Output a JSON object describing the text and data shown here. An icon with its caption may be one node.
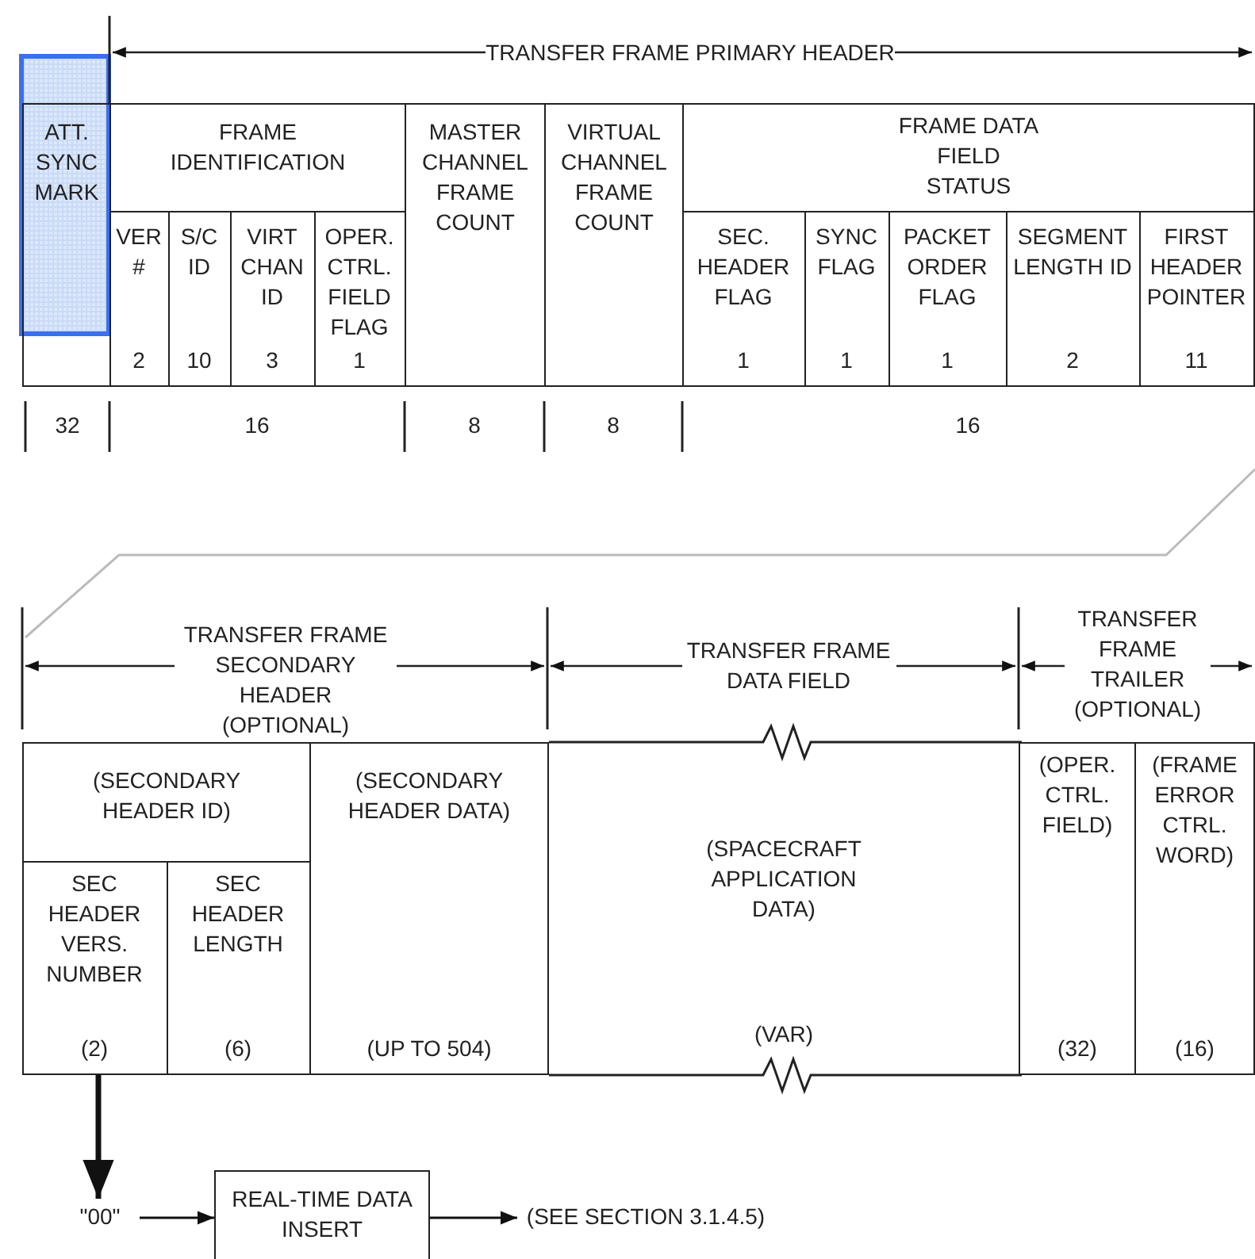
{
  "diagram": {
    "nodes": [
      {
        "text": [
          "ATT. SYNC MARK"
        ]
      },
      {
        "text": [
          "FRAME IDENTIFICATION"
        ]
      },
      {
        "text": [
          "VER #",
          "2"
        ],
        "in": 1
      },
      {
        "text": [
          "S/C ID",
          "10"
        ],
        "in": 1
      },
      {
        "text": [
          "VIRT CHAN ID",
          "3"
        ],
        "in": 1
      },
      {
        "text": [
          "OPER. CTRL. FIELD FLAG",
          "1"
        ],
        "in": 1
      },
      {
        "text": [
          "MASTER CHANNEL FRAME COUNT"
        ]
      },
      {
        "text": [
          "VIRTUAL CHANNEL FRAME COUNT"
        ]
      },
      {
        "text": [
          "FRAME DATA FIELD STATUS"
        ]
      },
      {
        "text": [
          "SEC. HEADER FLAG",
          "1"
        ],
        "in": 8
      },
      {
        "text": [
          "SYNC FLAG",
          "1"
        ],
        "in": 8
      },
      {
        "text": [
          "PACKET ORDER FLAG",
          "1"
        ],
        "in": 8
      },
      {
        "text": [
          "SEGMENT LENGTH ID",
          "2"
        ],
        "in": 8
      },
      {
        "text": [
          "FIRST HEADER POINTER",
          "11"
        ],
        "in": 8
      },
      {
        "text": [
          "(SECONDARY HEADER ID)"
        ]
      },
      {
        "text": [
          "SEC HEADER VERS. NUMBER",
          "(2)"
        ],
        "in": 14
      },
      {
        "text": [
          "SEC HEADER LENGTH",
          "(6)"
        ],
        "in": 14
      },
      {
        "text": [
          "(SECONDARY HEADER DATA)",
          "(UP TO 504)"
        ]
      },
      {
        "text": [
          "(SPACECRAFT APPLICATION DATA)",
          "(VAR)"
        ]
      },
      {
        "text": [
          "(OPER. CTRL. FIELD)",
          "(32)"
        ]
      },
      {
        "text": [
          "(FRAME ERROR CTRL. WORD)",
          "(16)"
        ]
      },
      {
        "text": [
          "\"00\""
        ]
      },
      {
        "text": [
          "REAL-TIME DATA INSERT"
        ]
      },
      {
        "text": [
          "(SEE SECTION 3.1.4.5)"
        ]
      }
    ],
    "edges": [
      {
        "from": 15,
        "to": 21,
        "arrow": "to",
        "style": "thick"
      },
      {
        "from": 21,
        "to": 22,
        "arrow": "to"
      },
      {
        "from": 22,
        "to": 23,
        "arrow": "to"
      }
    ],
    "labels": [
      "TRANSFER FRAME PRIMARY HEADER",
      "32",
      "16",
      "8",
      "8",
      "16",
      "TRANSFER FRAME SECONDARY HEADER (OPTIONAL)",
      "TRANSFER FRAME DATA FIELD",
      "TRANSFER FRAME TRAILER (OPTIONAL)"
    ]
  }
}
